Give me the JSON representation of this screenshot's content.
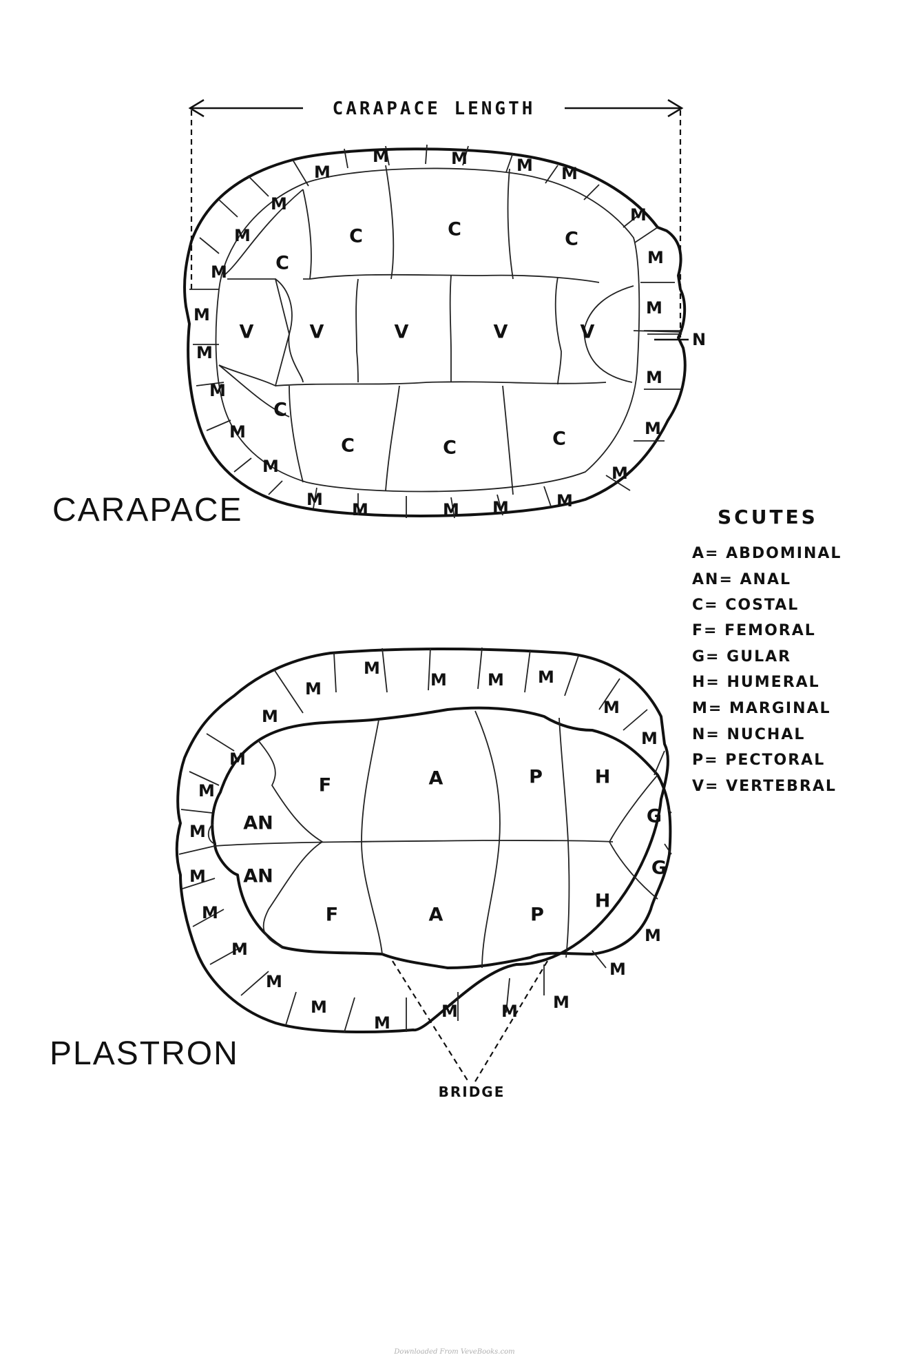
{
  "titles": {
    "carapace": "CARAPACE",
    "plastron": "PLASTRON",
    "carapace_length": "CARAPACE LENGTH",
    "bridge": "BRIDGE",
    "nuchal_pointer": "N"
  },
  "legend": {
    "title": "SCUTES",
    "items": [
      "A= ABDOMINAL",
      "AN= ANAL",
      "C= COSTAL",
      "F= FEMORAL",
      "G= GULAR",
      "H= HUMERAL",
      "M= MARGINAL",
      "N= NUCHAL",
      "P= PECTORAL",
      "V= VERTEBRAL"
    ]
  },
  "scute_letters": {
    "marginal": "M",
    "vertebral": "V",
    "costal": "C",
    "anal": "AN",
    "femoral": "F",
    "abdominal": "A",
    "pectoral": "P",
    "humeral": "H",
    "gular": "G"
  },
  "footer": "Downloaded From VeveBooks.com"
}
